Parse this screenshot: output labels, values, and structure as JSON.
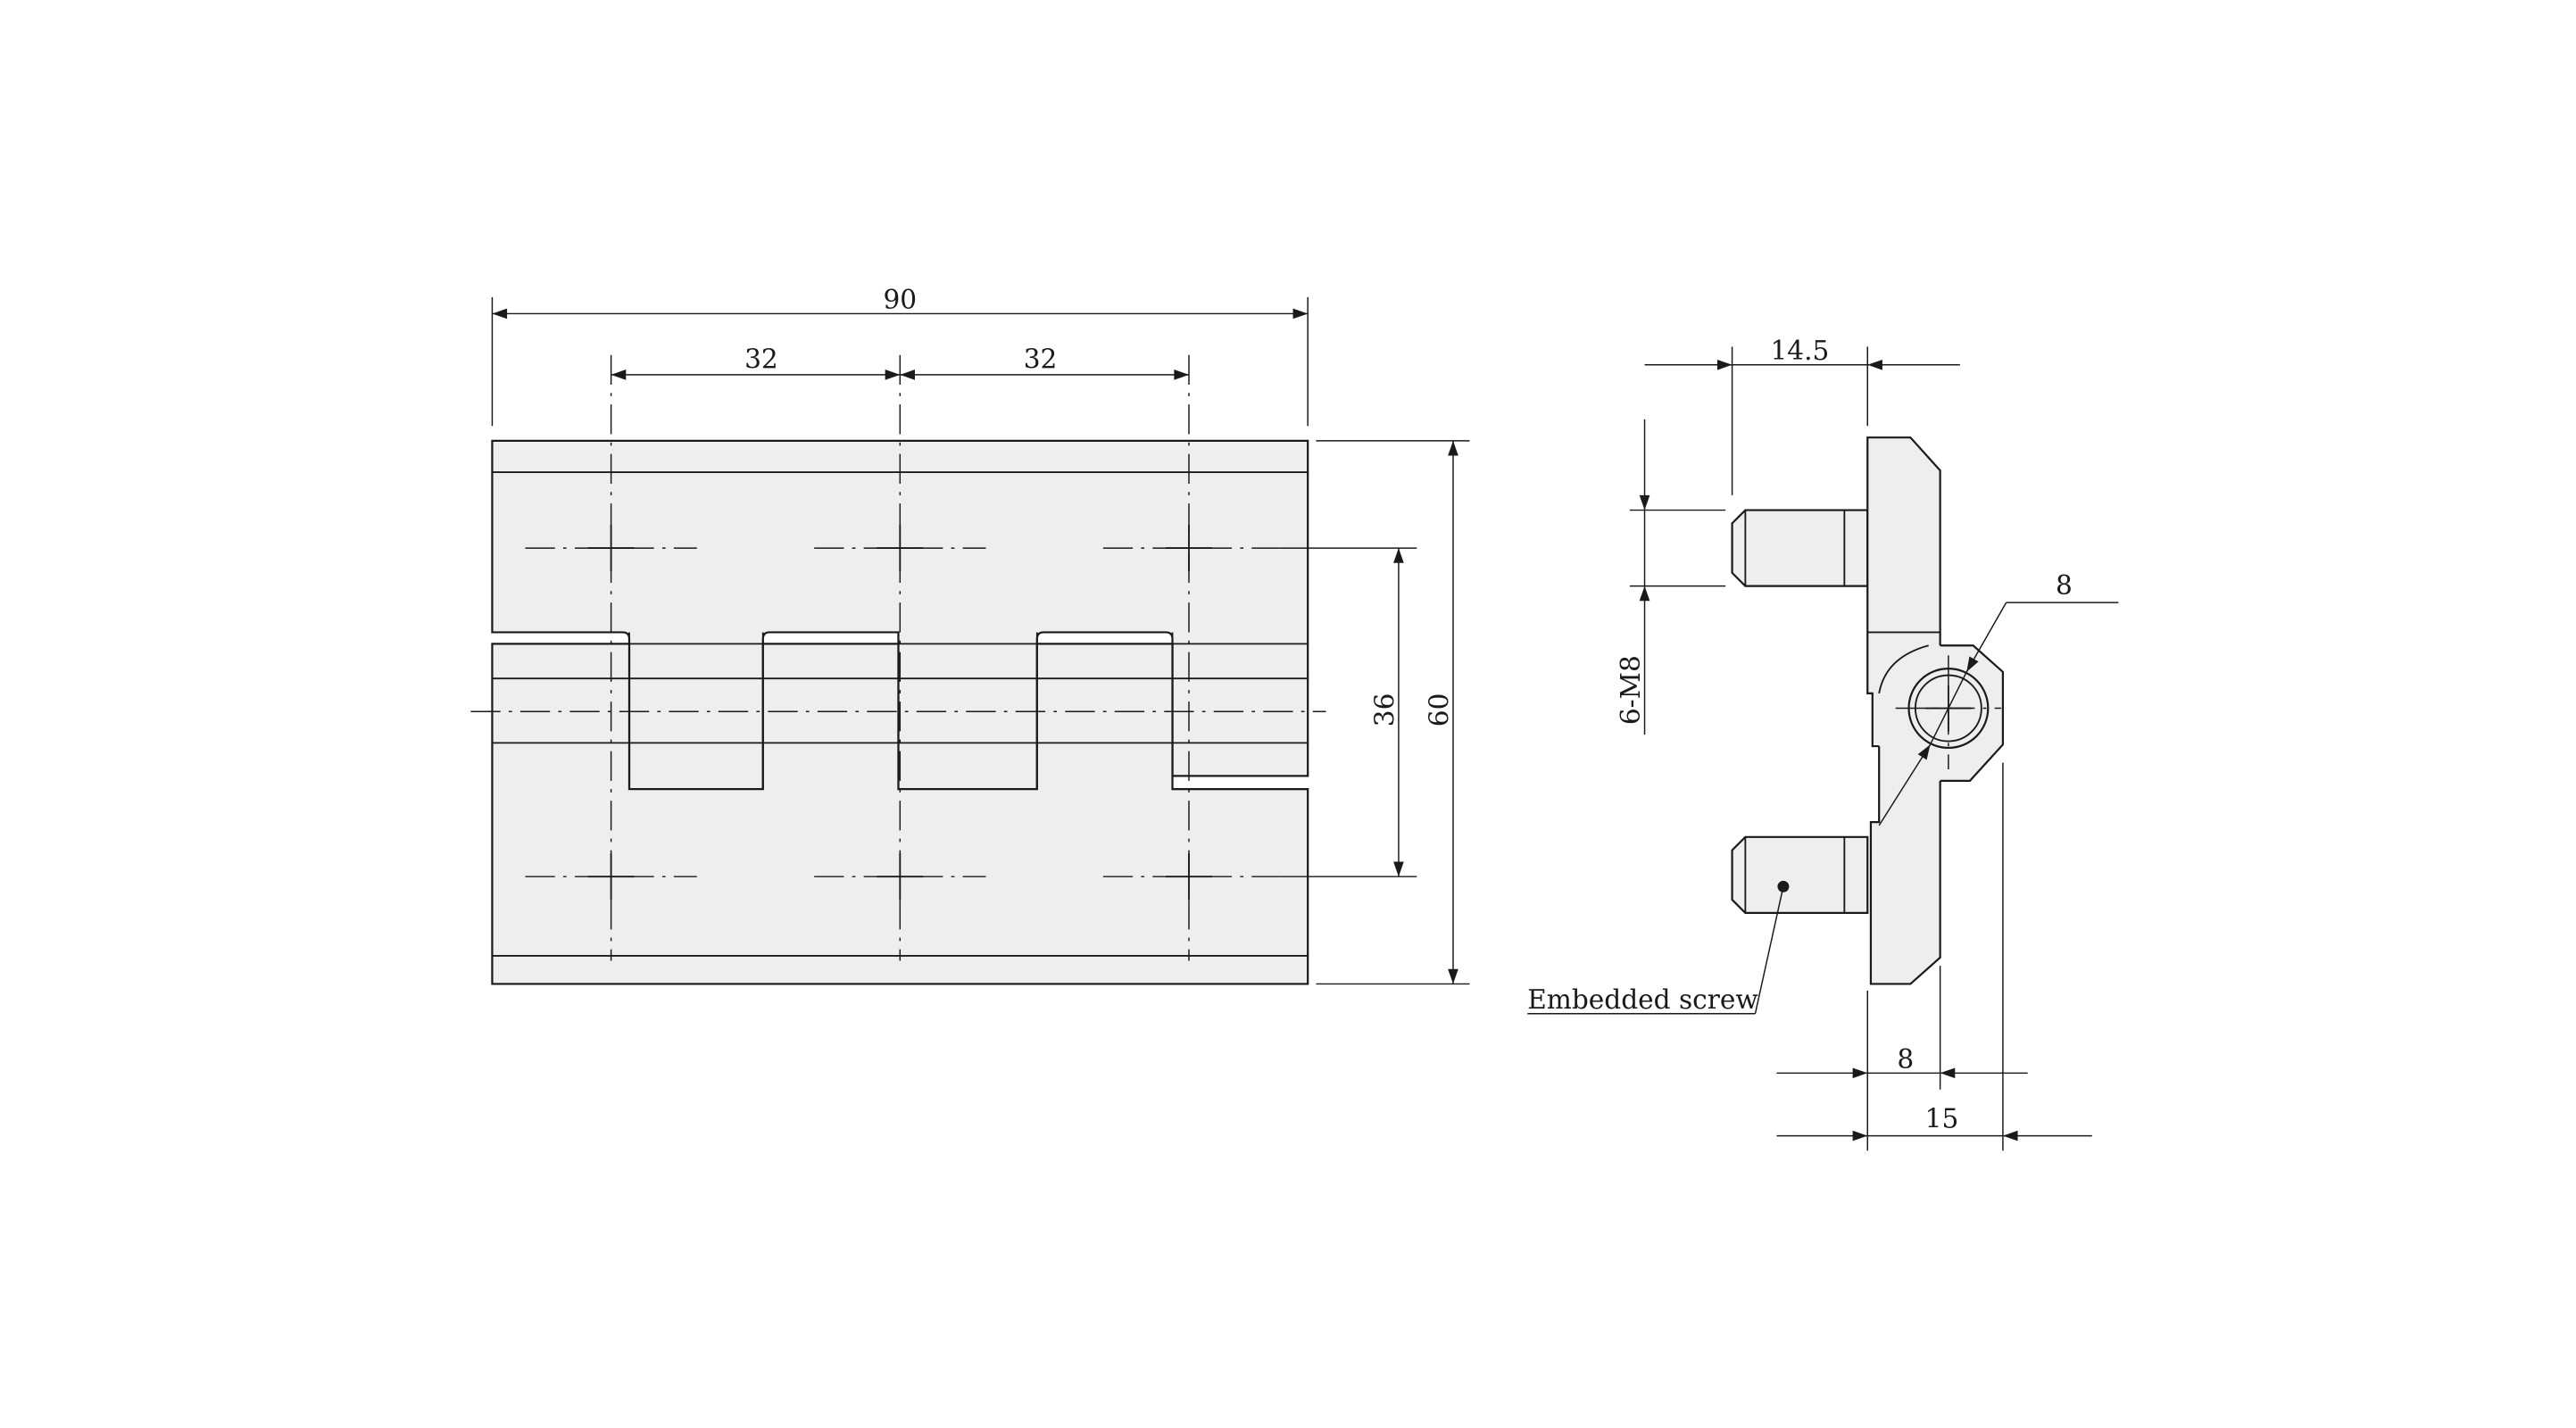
{
  "front_view": {
    "dim_overall_width": "90",
    "dim_hole_pitch_left": "32",
    "dim_hole_pitch_right": "32",
    "dim_hole_rows": "36",
    "dim_overall_height": "60"
  },
  "side_view": {
    "dim_pin_length": "14.5",
    "dim_thread": "6-M8",
    "dim_pivot_diameter": "8",
    "label_embedded_screw": "Embedded screw",
    "dim_plate_thickness": "8",
    "dim_total_depth": "15"
  },
  "colors": {
    "part_fill": "#eeeeee",
    "line": "#1a1a1a"
  }
}
